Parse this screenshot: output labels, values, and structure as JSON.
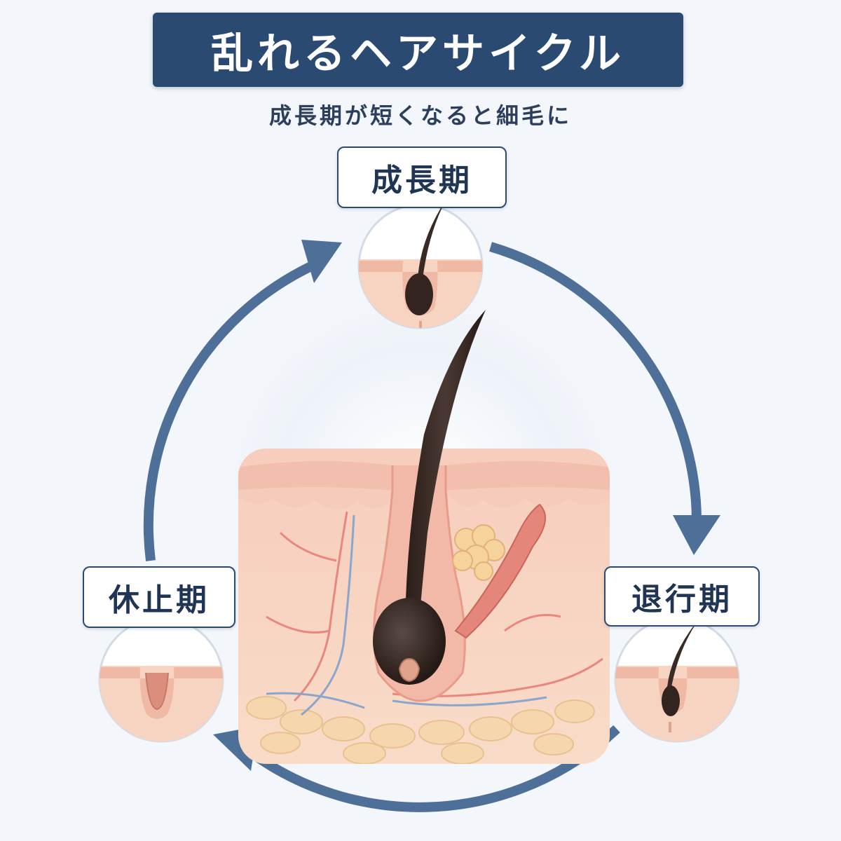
{
  "title": "乱れるヘアサイクル",
  "subtitle": "成長期が短くなると細毛に",
  "phases": {
    "growth": {
      "label": "成長期"
    },
    "catagen": {
      "label": "退行期"
    },
    "telogen": {
      "label": "休止期"
    }
  },
  "colors": {
    "banner": "#2b4a72",
    "cycle_arrow": "#4e6f98",
    "skin_surface": "#f4c6b6",
    "skin_dermis": "#f8d9c8",
    "hair": "#3a2a24",
    "fat": "#f7d9a8"
  }
}
